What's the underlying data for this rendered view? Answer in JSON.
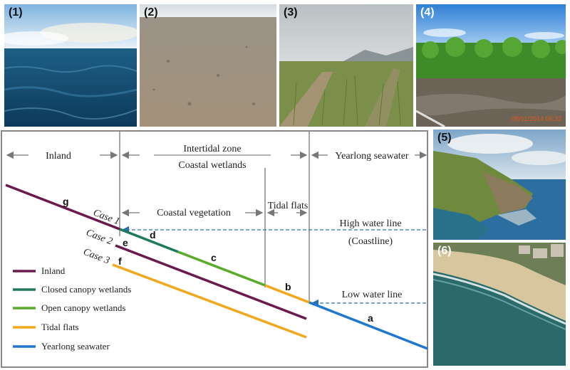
{
  "photos": [
    {
      "label": "(1)"
    },
    {
      "label": "(2)"
    },
    {
      "label": "(3)"
    },
    {
      "label": "(4)",
      "stamp": "08/01/2014 06:32"
    },
    {
      "label": "(5)"
    },
    {
      "label": "(6)"
    }
  ],
  "zones": {
    "inland": "Inland",
    "intertidal": "Intertidal zone",
    "coastal_wetlands": "Coastal wetlands",
    "yearlong_seawater": "Yearlong seawater",
    "coastal_vegetation": "Coastal vegetation",
    "tidal_flats": "Tidal flats"
  },
  "lines": {
    "high_water": "High water line",
    "coastline": "(Coastline)",
    "low_water": "Low water line"
  },
  "cases": [
    "Case 1",
    "Case 2",
    "Case 3"
  ],
  "segments": {
    "a": "a",
    "b": "b",
    "c": "c",
    "d": "d",
    "e": "e",
    "f": "f",
    "g": "g"
  },
  "legend": [
    {
      "label": "Inland",
      "color": "#6b1a4e"
    },
    {
      "label": "Closed canopy wetlands",
      "color": "#1f7a5a"
    },
    {
      "label": "Open canopy wetlands",
      "color": "#5aab2a"
    },
    {
      "label": "Tidal flats",
      "color": "#f2a81d"
    },
    {
      "label": "Yearlong seawater",
      "color": "#1f77d0"
    }
  ]
}
